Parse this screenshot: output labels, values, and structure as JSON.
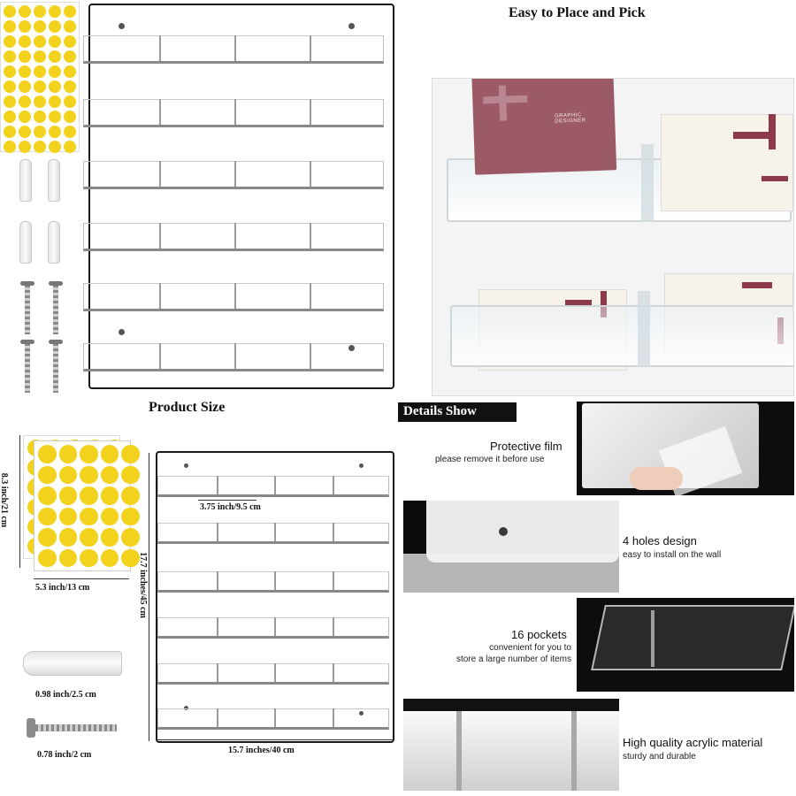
{
  "sections": {
    "easy_title": "Easy to Place and Pick",
    "size_title": "Product Size",
    "details_title": "Details Show"
  },
  "card": {
    "label": "GRAPHIC DESIGNER"
  },
  "dimensions": {
    "pocket_width": "3.75  inch/9.5 cm",
    "panel_height": "17.7 inches/45 cm",
    "panel_width": "15.7 inches/40 cm",
    "sticker_height": "8.3 inch/21 cm",
    "sticker_width": "5.3 inch/13 cm",
    "anchor_length": "0.98 inch/2.5 cm",
    "screw_length": "0.78 inch/2 cm"
  },
  "details": [
    {
      "title": "Protective film",
      "subtitle": "please remove it before use"
    },
    {
      "title": "4 holes design",
      "subtitle": "easy to install on the wall"
    },
    {
      "title": "16 pockets",
      "subtitle": "convenient for you to\nstore a large number of items"
    },
    {
      "title": "High quality acrylic material",
      "subtitle": "sturdy and durable"
    }
  ],
  "colors": {
    "sticker": "#f2d21c",
    "card": "#9c5a66",
    "card_print": "#8e3a4a",
    "details_badge_bg": "#111111"
  }
}
